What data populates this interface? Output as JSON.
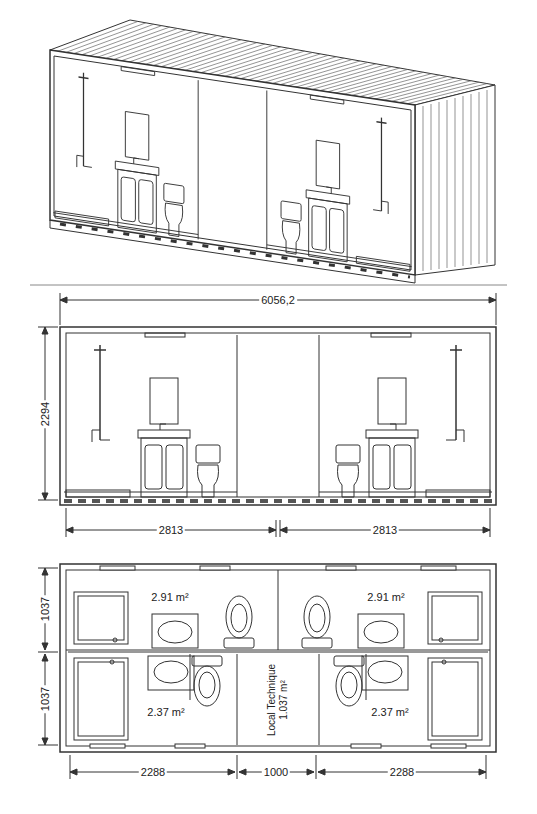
{
  "diagram": {
    "labels": [
      "6056,2",
      "2294",
      "2813",
      "2813",
      "1037",
      "1037",
      "2.91 m²",
      "2.91 m²",
      "2.37 m²",
      "2.37 m²",
      "Local Technique 1.037 m²",
      "2288",
      "1000",
      "2288"
    ]
  }
}
